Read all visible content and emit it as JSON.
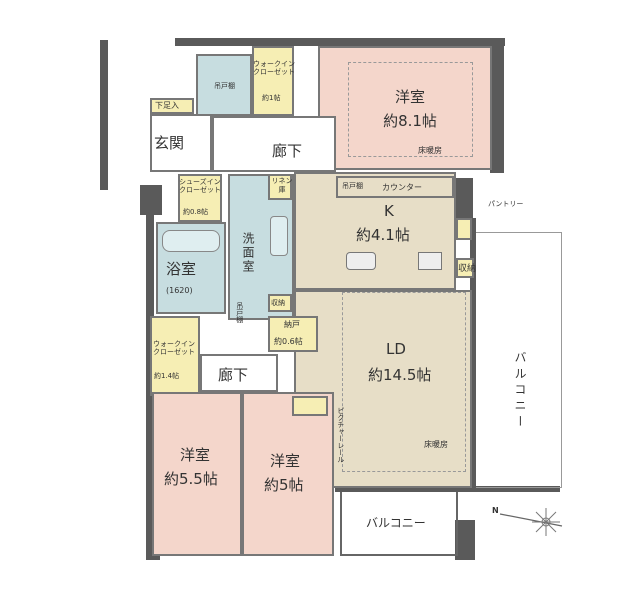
{
  "rooms": {
    "western_1": {
      "name": "洋室",
      "size": "約8.1帖",
      "note": "床暖房"
    },
    "hall_top": {
      "name": "廊下"
    },
    "entrance": {
      "name": "玄関"
    },
    "shoe_box": {
      "name": "下足入"
    },
    "toilet_shelf": {
      "name": "吊戸棚"
    },
    "wic_1": {
      "name": "ウォークイン クローゼット",
      "size": "約1帖"
    },
    "shoes_in_closet": {
      "name": "シューズイン クローゼット",
      "size": "約0.8帖"
    },
    "linen": {
      "name": "リネン 庫"
    },
    "kitchen": {
      "name": "K",
      "size": "約4.1帖",
      "shelf": "吊戸棚",
      "counter": "カウンター"
    },
    "pantry": {
      "name": "パントリー"
    },
    "storage_right": {
      "name": "収納"
    },
    "bath": {
      "name": "浴室",
      "size": "(1620)"
    },
    "washroom": {
      "name": "洗面室",
      "shelf": "吊戸棚"
    },
    "storage_mid": {
      "name": "収納"
    },
    "closet": {
      "name": "納戸",
      "size": "約0.6帖"
    },
    "wic_2": {
      "name": "ウォークイン クローゼット",
      "size": "約1.4帖"
    },
    "hall_bottom": {
      "name": "廊下"
    },
    "ld": {
      "name": "LD",
      "size": "約14.5帖",
      "note": "床暖房",
      "rail": "ピクチャーレール"
    },
    "western_2": {
      "name": "洋室",
      "size": "約5.5帖"
    },
    "western_3": {
      "name": "洋室",
      "size": "約5帖"
    },
    "balcony_right": {
      "name": "バルコニー"
    },
    "balcony_bottom": {
      "name": "バルコニー"
    }
  },
  "compass": {
    "label": "N"
  },
  "colors": {
    "bedroom": "#f4d6cb",
    "living": "#e7dec7",
    "wet": "#c7dde0",
    "storage": "#f6eeb4",
    "wall": "#5a5a5a"
  }
}
